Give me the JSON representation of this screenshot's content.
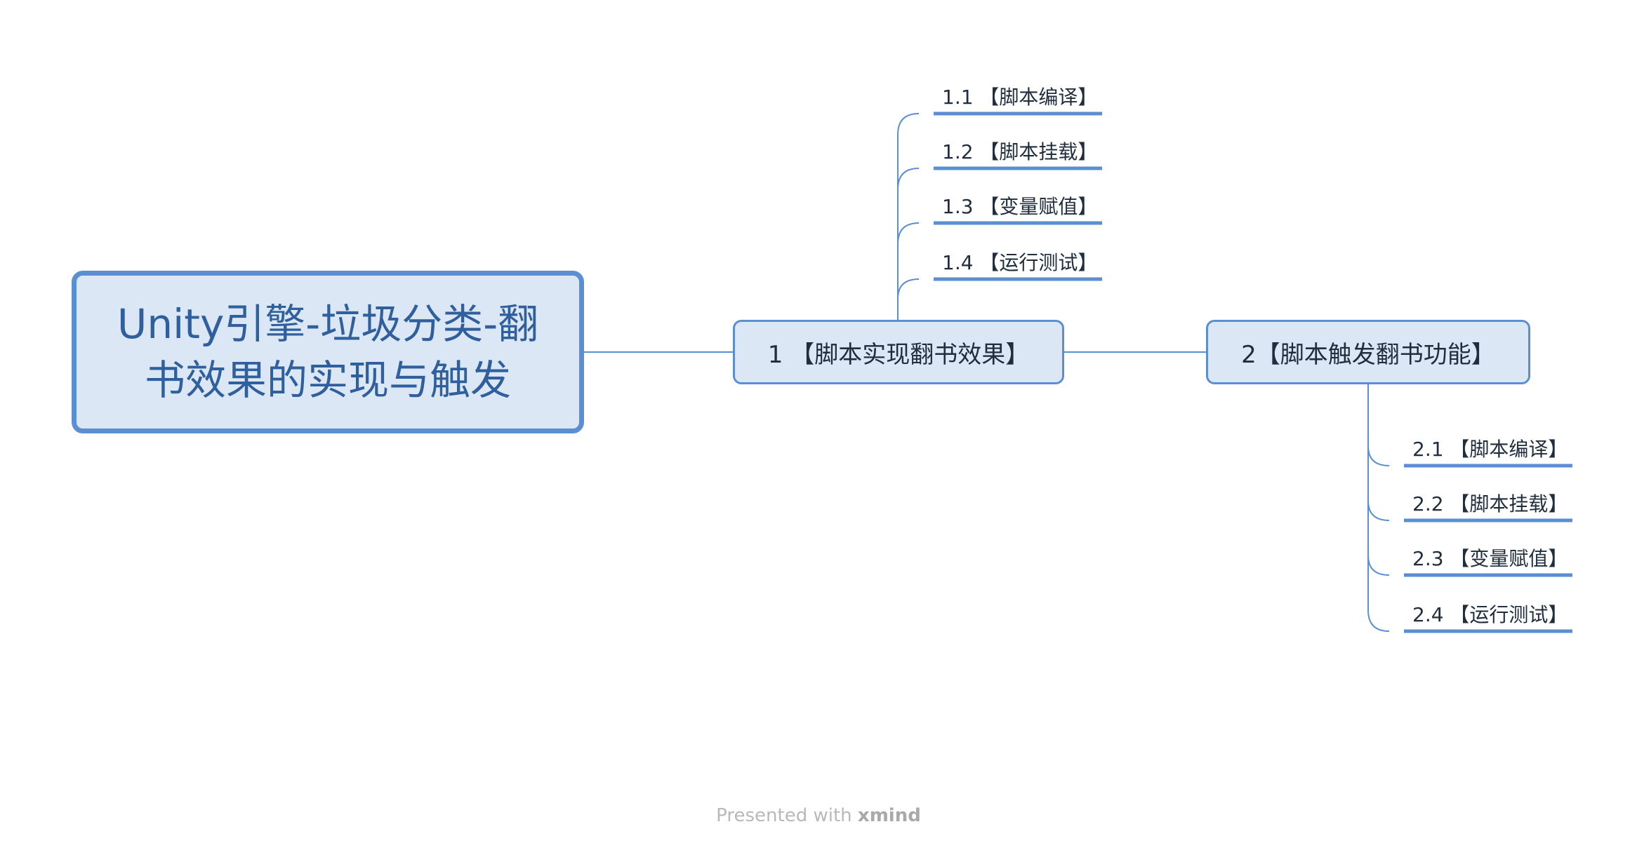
{
  "central_topic": {
    "title": "Unity引擎-垃圾分类-翻书效果的实现与触发"
  },
  "branches": [
    {
      "label": "1 【脚本实现翻书效果】",
      "children": [
        "1.1 【脚本编译】",
        "1.2 【脚本挂载】",
        "1.3 【变量赋值】",
        "1.4 【运行测试】"
      ]
    },
    {
      "label": "2【脚本触发翻书功能】",
      "children": [
        "2.1 【脚本编译】",
        "2.2 【脚本挂载】",
        "2.3 【变量赋值】",
        "2.4 【运行测试】"
      ]
    }
  ],
  "footer": {
    "prefix": "Presented with",
    "brand": "xmind"
  },
  "colors": {
    "line": "#5b8fd3",
    "node_fill": "#dce7f5",
    "central_text": "#2f5f9c",
    "text": "#1f2d3d",
    "footer_text": "#b9b9b9"
  }
}
